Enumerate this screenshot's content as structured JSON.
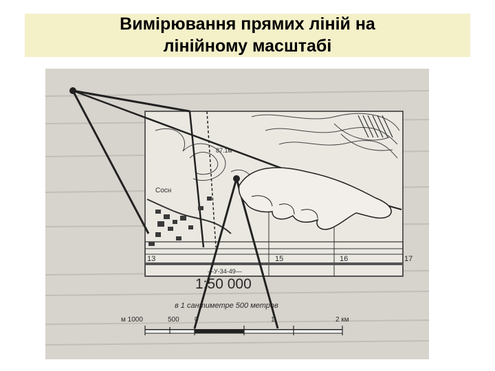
{
  "slide": {
    "title_line1": "Вимірювання прямих ліній на",
    "title_line2": "лінійному масштабі",
    "title_band_color": "#f4f0c8"
  },
  "figure": {
    "grid_labels": [
      "13",
      "15",
      "16",
      "17"
    ],
    "sheet_label": "—У-34-49—",
    "scale_ratio": "1:50 000",
    "scale_caption": "в 1  сантиметре  500 метров",
    "scale_ticks": [
      "м 1000",
      "500",
      "0",
      "1",
      "2 км"
    ],
    "height_label": "87.1м",
    "place_label": "Сосн"
  }
}
